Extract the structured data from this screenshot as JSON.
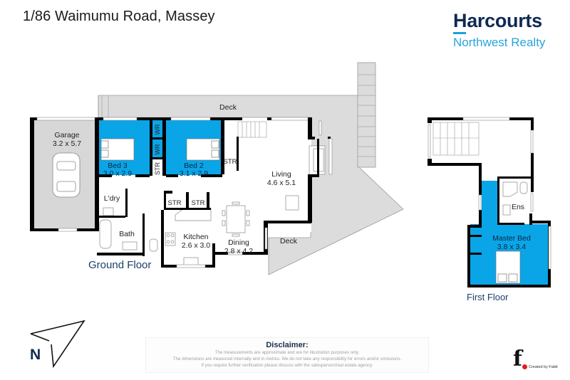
{
  "header": {
    "address": "1/86 Waimumu Road, Massey"
  },
  "brand": {
    "name": "Harcourts",
    "subtitle": "Northwest Realty",
    "primary_color": "#0e2a52",
    "accent_color": "#2aa3dc"
  },
  "colors": {
    "bedroom_fill": "#0aa5e6",
    "deck_fill": "#dcdcdc",
    "garage_fill": "#d7d7d7",
    "wall": "#000000"
  },
  "ground_floor": {
    "label": "Ground Floor",
    "rooms": {
      "deck_top": {
        "name": "Deck"
      },
      "deck_bottom": {
        "name": "Deck"
      },
      "garage": {
        "name": "Garage",
        "size": "3.2 x 5.7"
      },
      "bed3": {
        "name": "Bed 3",
        "size": "3.0 x 2.9"
      },
      "bed2": {
        "name": "Bed 2",
        "size": "3.1 x 2.9"
      },
      "wr1": {
        "name": "WR"
      },
      "wr2": {
        "name": "WR"
      },
      "str_hall": {
        "name": "STR"
      },
      "str_stair": {
        "name": "STR"
      },
      "str_kitchen_1": {
        "name": "STR"
      },
      "str_kitchen_2": {
        "name": "STR"
      },
      "laundry": {
        "name": "L'dry"
      },
      "bath": {
        "name": "Bath"
      },
      "kitchen": {
        "name": "Kitchen",
        "size": "2.6 x 3.0"
      },
      "dining": {
        "name": "Dining",
        "size": "2.8 x 4.2"
      },
      "living": {
        "name": "Living",
        "size": "4.6 x 5.1"
      }
    }
  },
  "first_floor": {
    "label": "First Floor",
    "rooms": {
      "ensuite": {
        "name": "Ens"
      },
      "master": {
        "name": "Master Bed",
        "size": "3.8 x 3.4"
      }
    }
  },
  "compass": {
    "label": "N"
  },
  "disclaimer": {
    "title": "Disclaimer:",
    "lines": [
      "The measurements are approximate and are for illustration purposes only.",
      "The dimensions are measured internally and in metres. We do not take any responsibility for errors and/or omissions.",
      "If you require further verification please discuss with the salesperson/real estate agency."
    ]
  },
  "credit": {
    "logo_letter": "f",
    "text": "Created by Fabit"
  }
}
